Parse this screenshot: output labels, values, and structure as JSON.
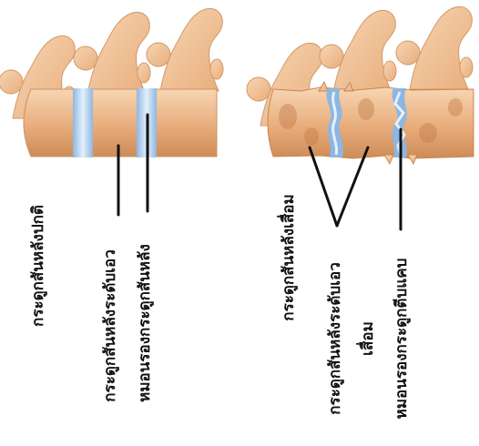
{
  "diagram": {
    "normal": {
      "title": "กระดูกสันหลังปกติ",
      "label_vertebra": "กระดูกสันหลังระดับเอว",
      "label_disc": "หมอนรองกระดูกสันหลัง"
    },
    "degenerated": {
      "title": "กระดูกสันหลังเสื่อม",
      "label_vertebra_lines": [
        "กระดูกสันหลังระดับเอว",
        "เสื่อม"
      ],
      "label_disc": "หมอนรองกระดูกตีบแคบ"
    }
  },
  "colors": {
    "bone": "#e8ad7c",
    "bone_light": "#f7d6b3",
    "bone_shadow": "#cd8c58",
    "disc": "#8db7e2",
    "disc_core": "#e4f0fb",
    "text": "#111111"
  }
}
